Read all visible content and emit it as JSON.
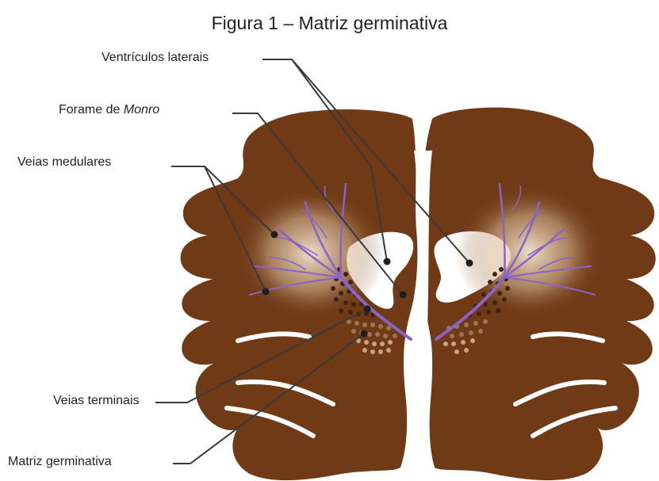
{
  "title": "Figura 1 – Matriz germinativa",
  "labels": {
    "ventriculos": "Ventrículos laterais",
    "forame_prefix": "Forame de ",
    "forame_italic": "Monro",
    "veias_medulares": "Veias medulares",
    "veias_terminais": "Veias terminais",
    "matriz": "Matriz germinativa"
  },
  "colors": {
    "brain": "#6f3a15",
    "vein": "#8a63c9",
    "glow": "#ead9c2",
    "leader": "#3a3a3a",
    "matrix_dark": "#3e2412",
    "matrix_light": "#c8a47f"
  }
}
